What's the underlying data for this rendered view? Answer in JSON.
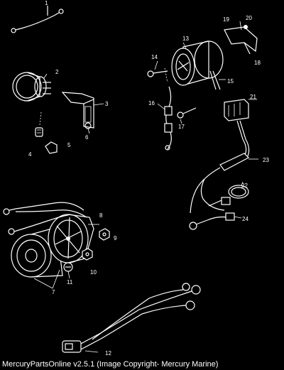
{
  "diagram": {
    "part_numbers": [
      "1",
      "2",
      "3",
      "4",
      "5",
      "6",
      "7",
      "8",
      "9",
      "10",
      "11",
      "12",
      "13",
      "14",
      "15",
      "16",
      "17",
      "18",
      "19",
      "20",
      "21",
      "22",
      "23",
      "24"
    ]
  },
  "footer": {
    "text": "MercuryPartsOnline v2.5.1 (Image Copyright- Mercury Marine)"
  },
  "colors": {
    "background": "#000000",
    "line": "#ffffff"
  }
}
